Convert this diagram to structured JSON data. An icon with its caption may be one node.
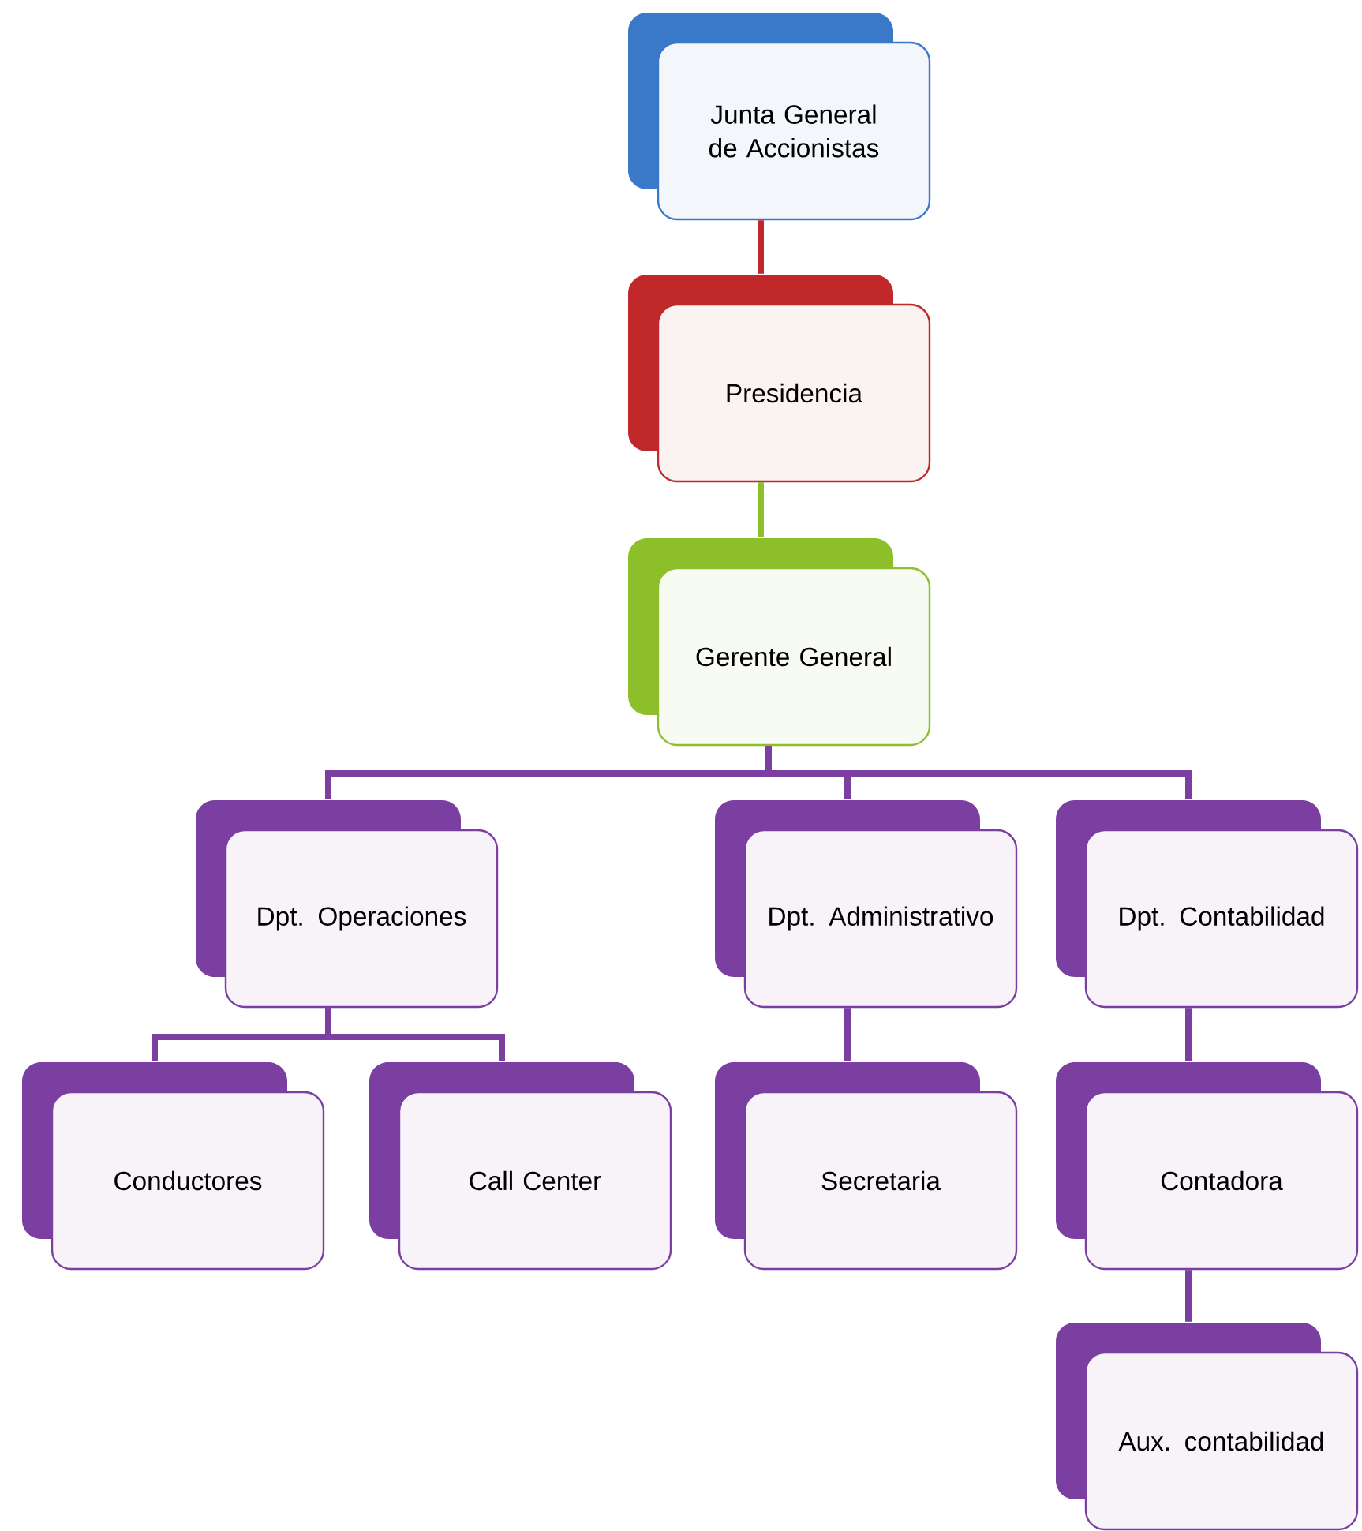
{
  "diagram": {
    "nodes": [
      {
        "text": [
          "Junta General de Accionistas"
        ]
      },
      {
        "text": [
          "Presidencia"
        ]
      },
      {
        "text": [
          "Gerente General"
        ]
      },
      {
        "text": [
          "Dpt. Operaciones"
        ]
      },
      {
        "text": [
          "Dpt. Administrativo"
        ]
      },
      {
        "text": [
          "Dpt. Contabilidad"
        ]
      },
      {
        "text": [
          "Conductores"
        ]
      },
      {
        "text": [
          "Call Center"
        ]
      },
      {
        "text": [
          "Secretaria"
        ]
      },
      {
        "text": [
          "Contadora"
        ]
      },
      {
        "text": [
          "Aux. contabilidad"
        ]
      }
    ],
    "edges": [
      {
        "from": 0,
        "to": 1,
        "arrow": "none",
        "color": "#c0282a"
      },
      {
        "from": 1,
        "to": 2,
        "arrow": "none",
        "color": "#8cbf2a"
      },
      {
        "from": 2,
        "to": 3,
        "arrow": "none"
      },
      {
        "from": 2,
        "to": 4,
        "arrow": "none"
      },
      {
        "from": 2,
        "to": 5,
        "arrow": "none"
      },
      {
        "from": 3,
        "to": 6,
        "arrow": "none"
      },
      {
        "from": 3,
        "to": 7,
        "arrow": "none"
      },
      {
        "from": 4,
        "to": 8,
        "arrow": "none"
      },
      {
        "from": 5,
        "to": 9,
        "arrow": "none"
      },
      {
        "from": 9,
        "to": 10,
        "arrow": "none"
      }
    ]
  }
}
